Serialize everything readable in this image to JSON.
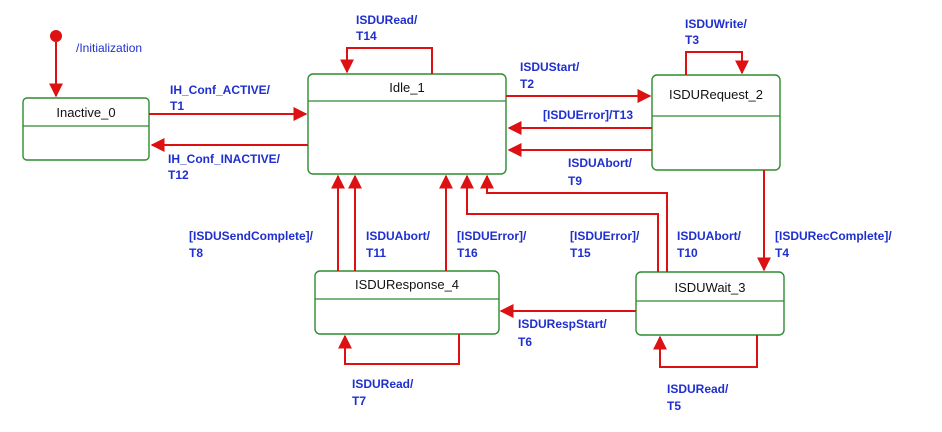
{
  "colors": {
    "state_border": "#2e8b2e",
    "transition": "#dd1111",
    "label": "#1f2fcf"
  },
  "initial": {
    "label": "/Initialization"
  },
  "states": {
    "inactive": "Inactive_0",
    "idle": "Idle_1",
    "request": "ISDURequest_2",
    "wait": "ISDUWait_3",
    "response": "ISDUResponse_4"
  },
  "transitions": {
    "t1": {
      "event": "IH_Conf_ACTIVE/",
      "id": "T1"
    },
    "t2": {
      "event": "ISDUStart/",
      "id": "T2"
    },
    "t3": {
      "event": "ISDUWrite/",
      "id": "T3"
    },
    "t4": {
      "event": "[ISDURecComplete]/",
      "id": "T4"
    },
    "t5": {
      "event": "ISDURead/",
      "id": "T5"
    },
    "t6": {
      "event": "ISDURespStart/",
      "id": "T6"
    },
    "t7": {
      "event": "ISDURead/",
      "id": "T7"
    },
    "t8": {
      "event": "[ISDUSendComplete]/",
      "id": "T8"
    },
    "t9": {
      "event": "ISDUAbort/",
      "id": "T9"
    },
    "t10": {
      "event": "ISDUAbort/",
      "id": "T10"
    },
    "t11": {
      "event": "ISDUAbort/",
      "id": "T11"
    },
    "t12": {
      "event": "IH_Conf_INACTIVE/",
      "id": "T12"
    },
    "t13": {
      "label": "[ISDUError]/T13"
    },
    "t14": {
      "event": "ISDURead/",
      "id": "T14"
    },
    "t15": {
      "event": "[ISDUError]/",
      "id": "T15"
    },
    "t16": {
      "event": "[ISDUError]/",
      "id": "T16"
    }
  }
}
